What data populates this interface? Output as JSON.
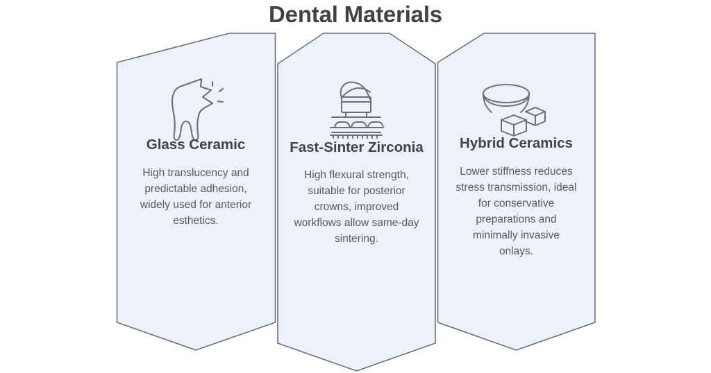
{
  "header": {
    "title": "Dental Materials"
  },
  "colors": {
    "background": "#ffffff",
    "panel_fill": "#eef1fb",
    "panel_border": "#6b7078",
    "title_text": "#3f4246",
    "body_text": "#55595f",
    "icon_stroke": "#6b7078"
  },
  "panels": [
    {
      "id": "glass-ceramic",
      "icon": "chipped-tooth-icon",
      "title": "Glass Ceramic",
      "description": "High translucency and predictable adhesion, widely used for anterior esthetics."
    },
    {
      "id": "fast-sinter-zirconia",
      "icon": "sintering-furnace-icon",
      "title": "Fast-Sinter Zirconia",
      "description": "High flexural strength, suitable for posterior crowns, improved workflows allow same-day sintering."
    },
    {
      "id": "hybrid-ceramics",
      "icon": "crucible-blocks-icon",
      "title": "Hybrid Ceramics",
      "description": "Lower stiffness reduces stress transmission, ideal for conservative preparations and minimally invasive onlays."
    }
  ]
}
